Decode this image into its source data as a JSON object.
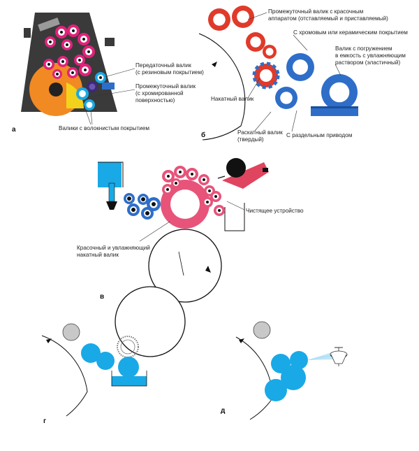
{
  "colors": {
    "magenta": "#e0227a",
    "pink": "#e8537a",
    "red": "#e03a2a",
    "blue": "#2e6ec8",
    "cyan": "#19a9e6",
    "orange": "#f18a22",
    "yellow": "#f3d21c",
    "purple": "#3d2878",
    "grey": "#b8b8b8",
    "dark": "#3a3a3a"
  },
  "panel_a": {
    "letter": "а",
    "labels": {
      "transfer_roller": [
        "Передаточный валик",
        "(с резиновым покрытием)"
      ],
      "intermediate_roller": [
        "Промежуточный валик",
        "(с хромированной",
        "поверхностью)"
      ],
      "fibrous_rollers": "Валики с волокнистым покрытием"
    }
  },
  "panel_b": {
    "letter": "б",
    "labels": {
      "intermediate_ink": [
        "Промежуточный валик с красочным",
        "аппаратом (отставляемый и приставляемый)"
      ],
      "chrome_ceramic": "С хромовым или керамическим покрытием",
      "immersion_roller": [
        "Валик с погружением",
        "в емкость с увлажняющим",
        "раствором (эластичный)"
      ],
      "form_roller": "Накатный валик",
      "distributor_roller": [
        "Раскатный валик",
        "(твердый)"
      ],
      "separate_drive": "С раздельным приводом"
    }
  },
  "panel_v": {
    "letter": "в",
    "labels": {
      "cleaning_device": "Чистящее устройство",
      "ink_damp_roller": [
        "Красочный и увлажняющий",
        "накатный валик"
      ]
    }
  },
  "panel_g": {
    "letter": "г"
  },
  "panel_d": {
    "letter": "д"
  }
}
